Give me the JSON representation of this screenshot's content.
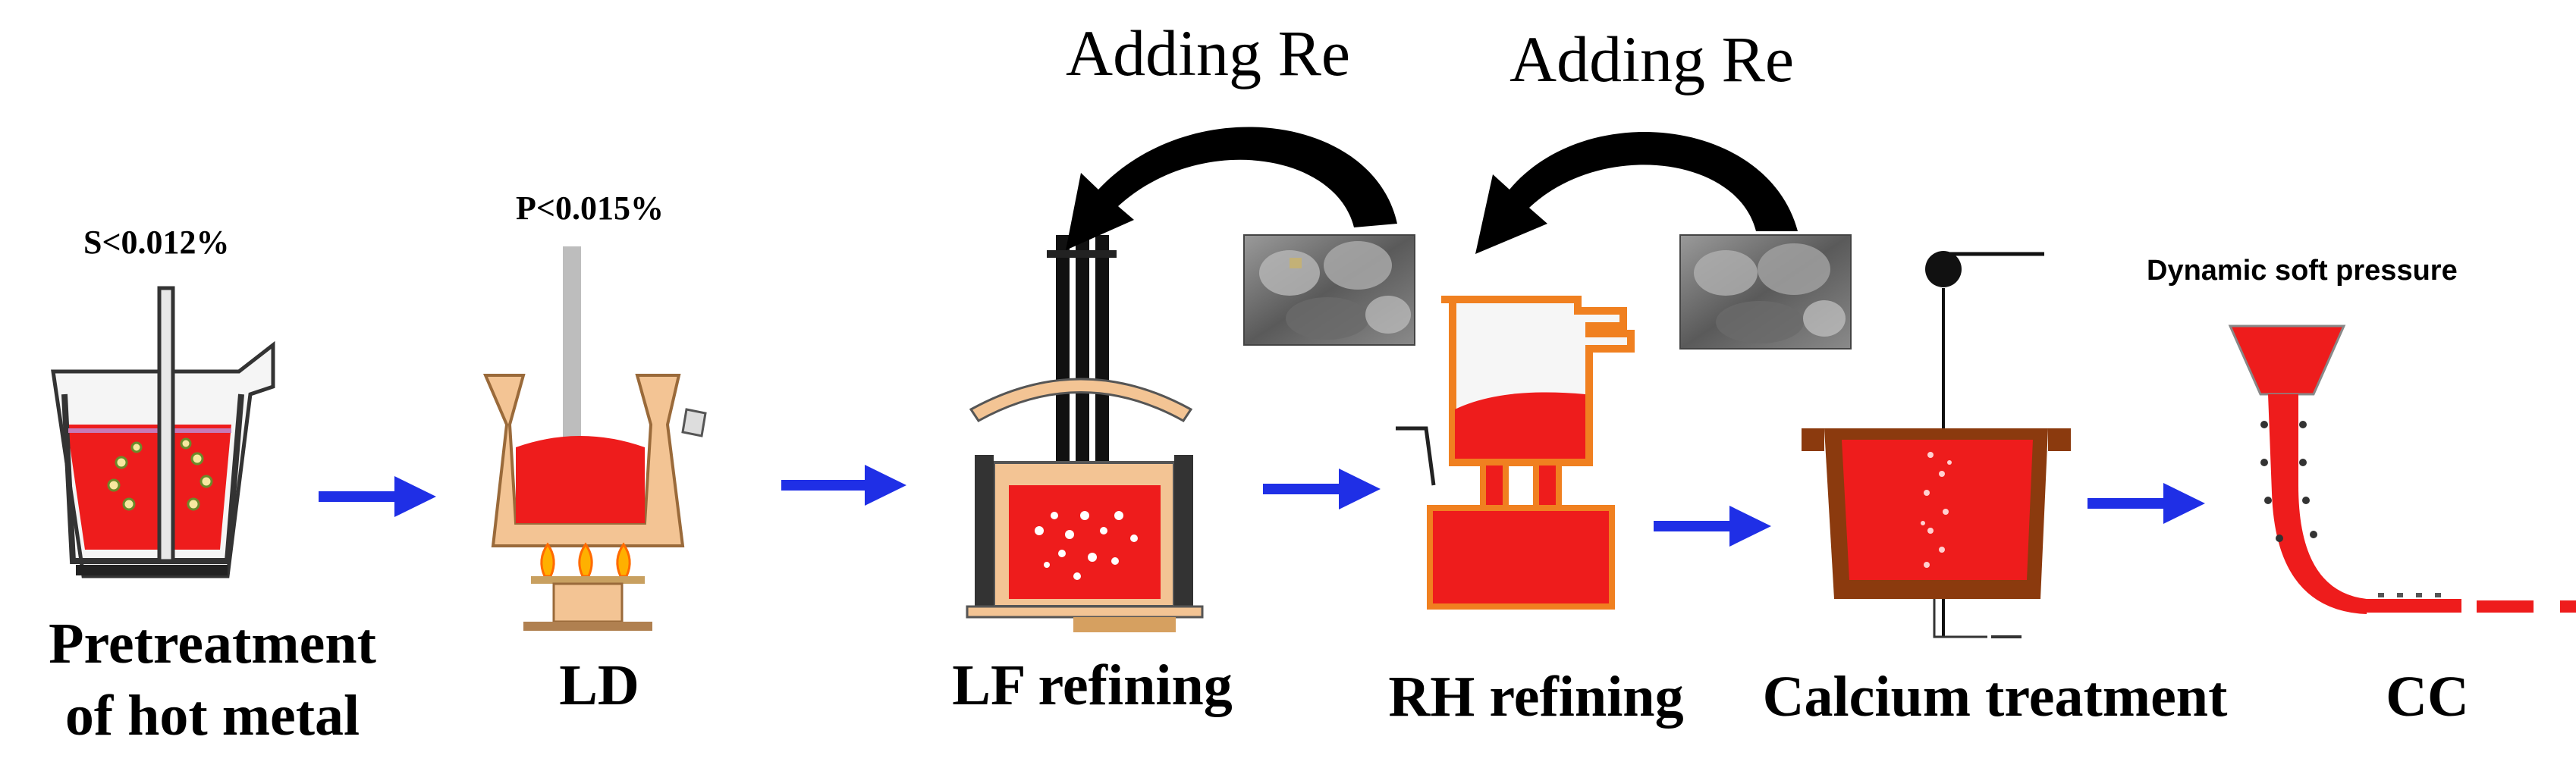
{
  "stages": [
    {
      "id": "pretreatment",
      "line1": "Pretreatment",
      "line2": "of hot metal"
    },
    {
      "id": "ld",
      "label": "LD"
    },
    {
      "id": "lf",
      "label": "LF refining"
    },
    {
      "id": "rh",
      "label": "RH refining"
    },
    {
      "id": "calcium",
      "label": "Calcium treatment"
    },
    {
      "id": "cc",
      "label": "CC"
    }
  ],
  "conditions": {
    "sulfur": "S<0.012%",
    "phosphorus": "P<0.015%",
    "dynamic": "Dynamic soft pressure"
  },
  "additions": [
    {
      "label": "Adding  Re",
      "target": "LF refining"
    },
    {
      "label": "Adding  Re",
      "target": "RH refining"
    }
  ],
  "colors": {
    "molten_steel": "#ee1c1c",
    "flow_arrow": "#1f2fe6",
    "ladle_shell": "#f3c494",
    "ladle_brown": "#8b3a0e",
    "curved_arrow": "#000000"
  }
}
